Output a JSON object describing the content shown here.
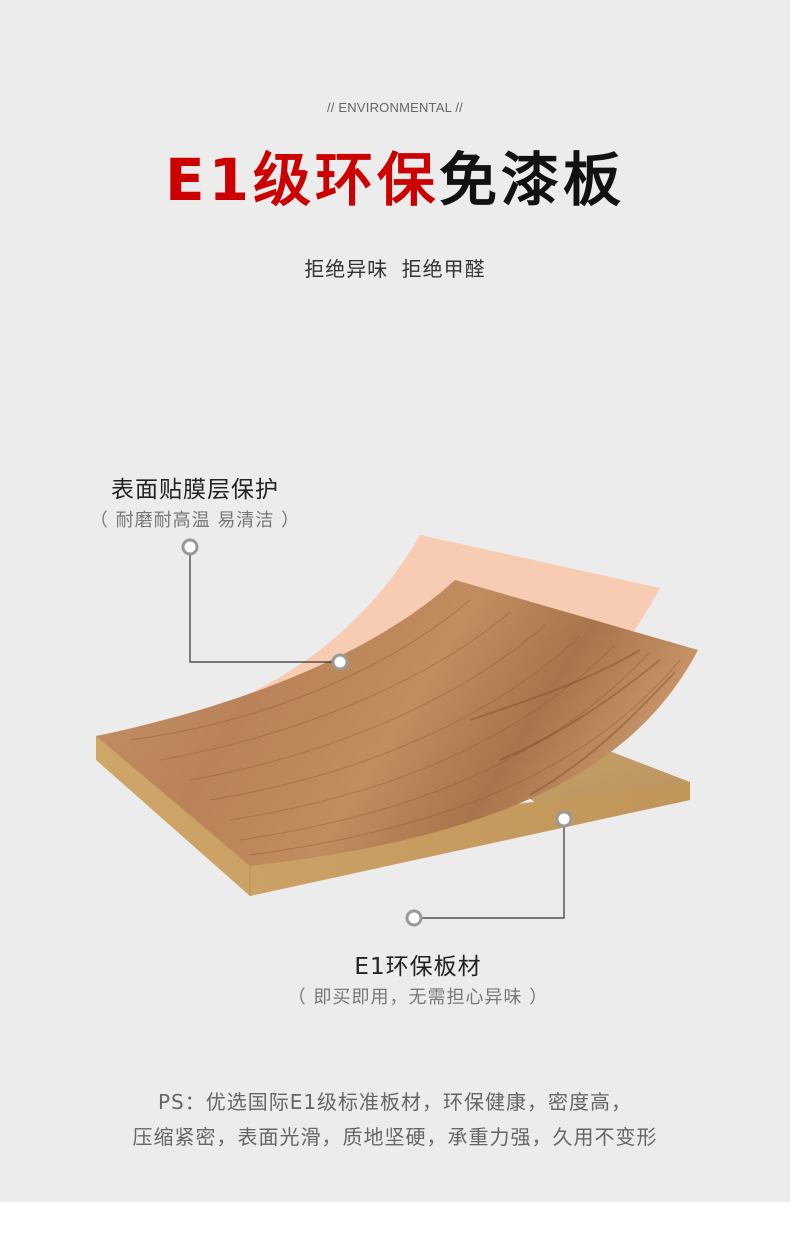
{
  "header": {
    "eyebrow": "// ENVIRONMENTAL //",
    "title_red": "E1级环保",
    "title_black": "免漆板",
    "subtitle": "拒绝异味 拒绝甲醛"
  },
  "callouts": {
    "film": {
      "title": "表面贴膜层保护",
      "subtitle": "（ 耐磨耐高温 易清洁 ）"
    },
    "board": {
      "title": "E1环保板材",
      "subtitle": "（ 即买即用，无需担心异味 ）"
    }
  },
  "ps": {
    "line1": "PS：优选国际E1级标准板材，环保健康，密度高，",
    "line2": "压缩紧密，表面光滑，质地坚硬，承重力强，久用不变形"
  },
  "colors": {
    "accent_red": "#cc0000",
    "background": "#ececec",
    "film_peach": "#f7c9ae",
    "wood": "#c28a5c",
    "board_core": "#c9a36c"
  }
}
